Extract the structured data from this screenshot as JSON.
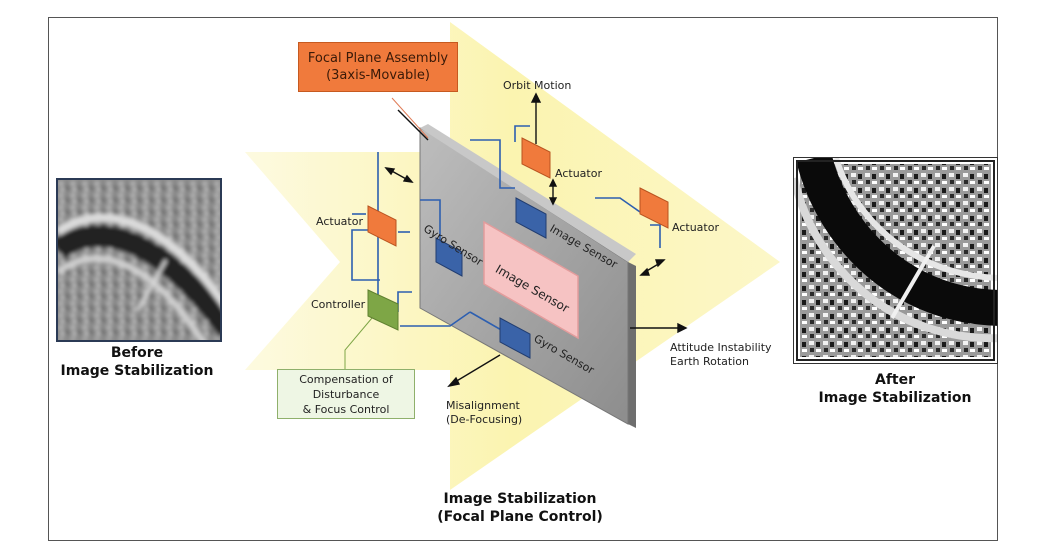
{
  "fpa_box": {
    "line1": "Focal Plane Assembly",
    "line2": "(3axis-Movable)"
  },
  "labels": {
    "orbit_motion": "Orbit Motion",
    "actuator_top": "Actuator",
    "actuator_left": "Actuator",
    "actuator_right": "Actuator",
    "controller": "Controller",
    "gyro_sensor_upper": "Gyro Sensor",
    "image_sensor_small": "Image Sensor",
    "image_sensor_main": "Image Sensor",
    "gyro_sensor_lower": "Gyro Sensor",
    "attitude_line1": "Attitude Instability",
    "attitude_line2": "Earth Rotation",
    "misalignment_line1": "Misalignment",
    "misalignment_line2": "(De-Focusing)"
  },
  "compensation_box": {
    "line1": "Compensation of",
    "line2": "Disturbance",
    "line3": "& Focus Control"
  },
  "captions": {
    "before_line1": "Before",
    "before_line2": "Image Stabilization",
    "after_line1": "After",
    "after_line2": "Image Stabilization",
    "center_line1": "Image Stabilization",
    "center_line2": "(Focal Plane Control)"
  },
  "colors": {
    "arrow_fill": "#fbf6b8",
    "plate": "#9a9a9a",
    "actuator": "#f07a3c",
    "sensor_blue": "#3a63a8",
    "controller_green": "#7ea646",
    "image_sensor_pink": "#f6c3c3",
    "wire_blue": "#2d5fb0"
  }
}
